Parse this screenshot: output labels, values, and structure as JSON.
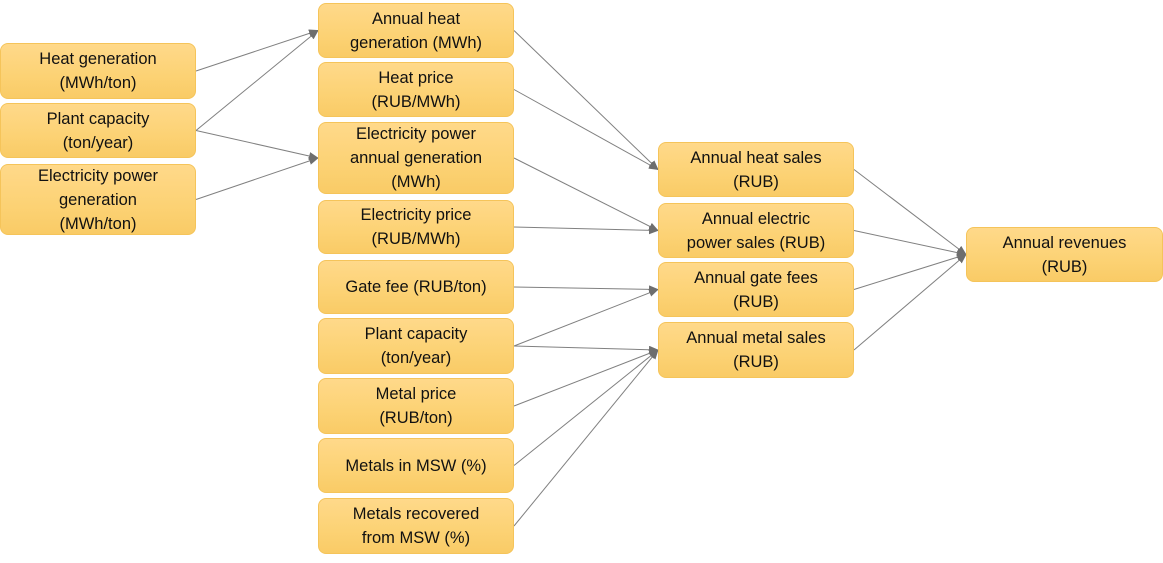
{
  "diagram": {
    "colors": {
      "node_fill": "#fcd274",
      "node_border": "#f5c45a",
      "edge": "#808080",
      "arrow": "#6e6e6e"
    },
    "nodes": {
      "heat_gen": "Heat generation\n(MWh/ton)",
      "plant_cap_in": "Plant capacity\n(ton/year)",
      "elec_gen": "Electricity power\ngeneration\n(MWh/ton)",
      "annual_heat_gen": "Annual heat\ngeneration (MWh)",
      "heat_price": "Heat price\n(RUB/MWh)",
      "elec_annual_gen": "Electricity power\nannual generation\n(MWh)",
      "elec_price": "Electricity price\n(RUB/MWh)",
      "gate_fee": "Gate fee (RUB/ton)",
      "plant_cap": "Plant capacity\n(ton/year)",
      "metal_price": "Metal price\n(RUB/ton)",
      "metals_in_msw": "Metals in MSW (%)",
      "metals_recovered": "Metals recovered\nfrom MSW (%)",
      "annual_heat_sales": "Annual heat sales\n(RUB)",
      "annual_elec_sales": "Annual electric\npower sales (RUB)",
      "annual_gate_fees": "Annual gate fees\n(RUB)",
      "annual_metal_sales": "Annual metal sales\n(RUB)",
      "annual_revenues": "Annual revenues\n(RUB)"
    },
    "edges": [
      [
        "heat_gen",
        "annual_heat_gen"
      ],
      [
        "plant_cap_in",
        "annual_heat_gen"
      ],
      [
        "plant_cap_in",
        "elec_annual_gen"
      ],
      [
        "elec_gen",
        "elec_annual_gen"
      ],
      [
        "annual_heat_gen",
        "annual_heat_sales"
      ],
      [
        "heat_price",
        "annual_heat_sales"
      ],
      [
        "elec_annual_gen",
        "annual_elec_sales"
      ],
      [
        "elec_price",
        "annual_elec_sales"
      ],
      [
        "gate_fee",
        "annual_gate_fees"
      ],
      [
        "plant_cap",
        "annual_gate_fees"
      ],
      [
        "plant_cap",
        "annual_metal_sales"
      ],
      [
        "metal_price",
        "annual_metal_sales"
      ],
      [
        "metals_in_msw",
        "annual_metal_sales"
      ],
      [
        "metals_recovered",
        "annual_metal_sales"
      ],
      [
        "annual_heat_sales",
        "annual_revenues"
      ],
      [
        "annual_elec_sales",
        "annual_revenues"
      ],
      [
        "annual_gate_fees",
        "annual_revenues"
      ],
      [
        "annual_metal_sales",
        "annual_revenues"
      ]
    ]
  }
}
